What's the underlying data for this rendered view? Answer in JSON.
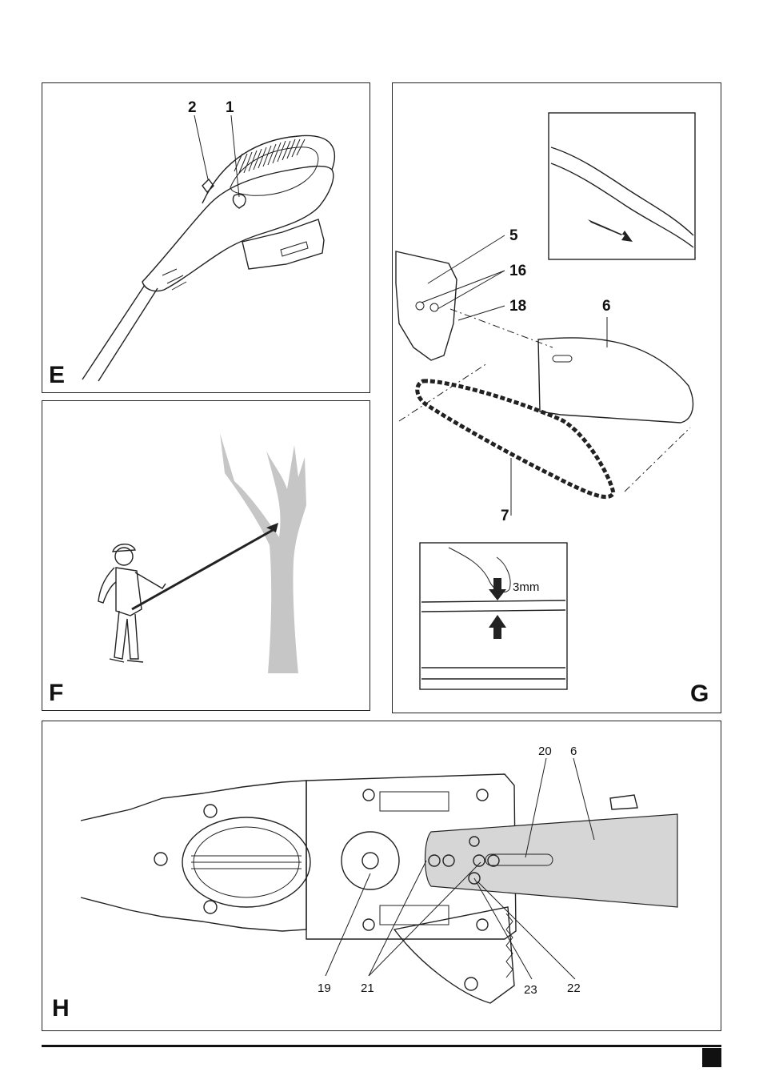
{
  "panels": {
    "e": {
      "letter": "E",
      "callouts": [
        "2",
        "1"
      ]
    },
    "f": {
      "letter": "F"
    },
    "g": {
      "letter": "G",
      "callouts": [
        "5",
        "16",
        "18",
        "6",
        "7"
      ],
      "tension_label": "3mm"
    },
    "h": {
      "letter": "H",
      "callouts": [
        "20",
        "6",
        "19",
        "21",
        "23",
        "22"
      ]
    }
  }
}
